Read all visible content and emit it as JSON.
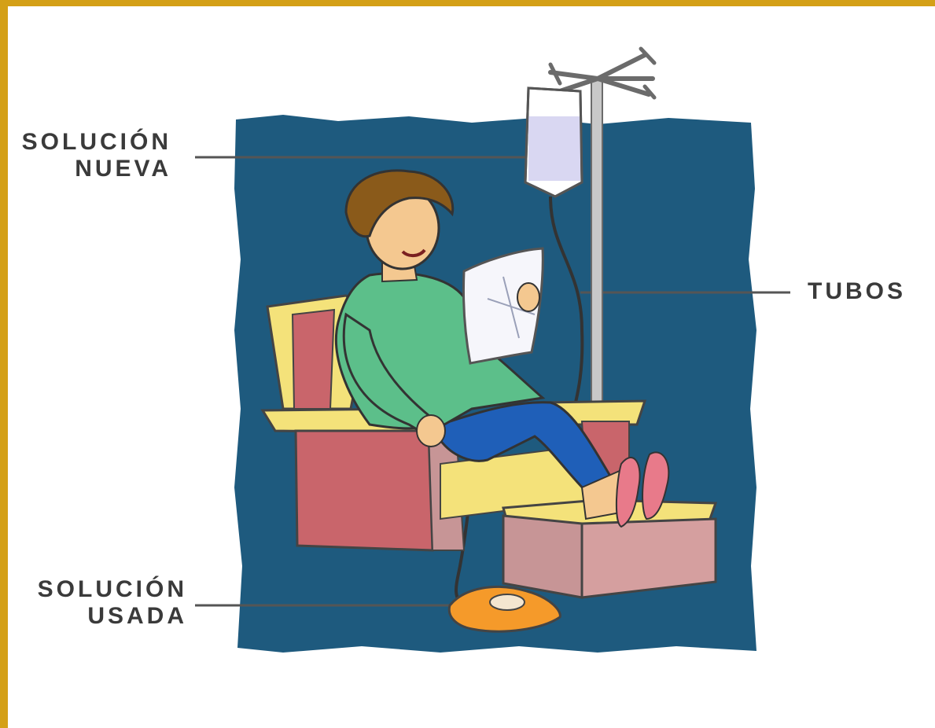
{
  "colors": {
    "frame": "#d4a017",
    "background_panel": "#1e5a7e",
    "shirt": "#5cbf8a",
    "pants": "#1f5fb8",
    "chair_cushion": "#f4e27a",
    "chair_body": "#c9656b",
    "solution_bag": "#d9d7f2",
    "used_bag": "#f59a2a",
    "label_text": "#3a3a3a",
    "leader_line": "#555555"
  },
  "labels": {
    "new_solution": [
      "SOLUCIÓN",
      "NUEVA"
    ],
    "tubes": "TUBOS",
    "used_solution": [
      "SOLUCIÓN",
      "USADA"
    ]
  }
}
